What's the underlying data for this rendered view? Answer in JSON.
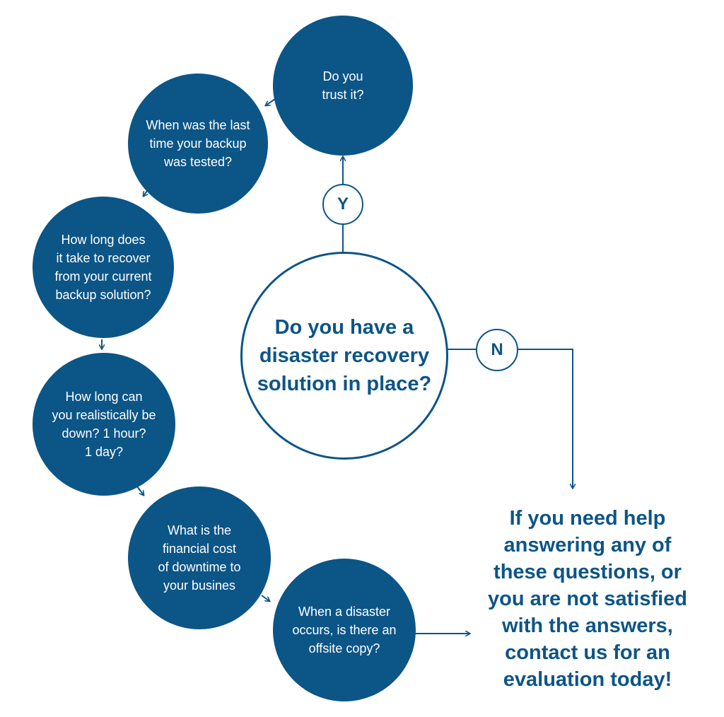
{
  "colors": {
    "primary": "#0c5587",
    "background": "#ffffff"
  },
  "center_question": [
    "Do you have a",
    "disaster recovery",
    "solution in place?"
  ],
  "yes_label": "Y",
  "no_label": "N",
  "questions": [
    {
      "lines": [
        "Do you",
        "trust it?"
      ]
    },
    {
      "lines": [
        "When was the last",
        "time your backup",
        "was tested?"
      ]
    },
    {
      "lines": [
        "How long does",
        "it take to recover",
        "from your current",
        "backup solution?"
      ]
    },
    {
      "lines": [
        "How long can",
        "you realistically be",
        "down? 1 hour?",
        "1 day?"
      ]
    },
    {
      "lines": [
        "What is the",
        "financial cost",
        "of downtime to",
        "your busines"
      ]
    },
    {
      "lines": [
        "When a disaster",
        "occurs, is there an",
        "offsite copy?"
      ]
    }
  ],
  "call_to_action": [
    "If you need help",
    "answering any of",
    "these questions, or",
    "you are not satisfied",
    "with the answers,",
    "contact us for an",
    "evaluation today!"
  ]
}
